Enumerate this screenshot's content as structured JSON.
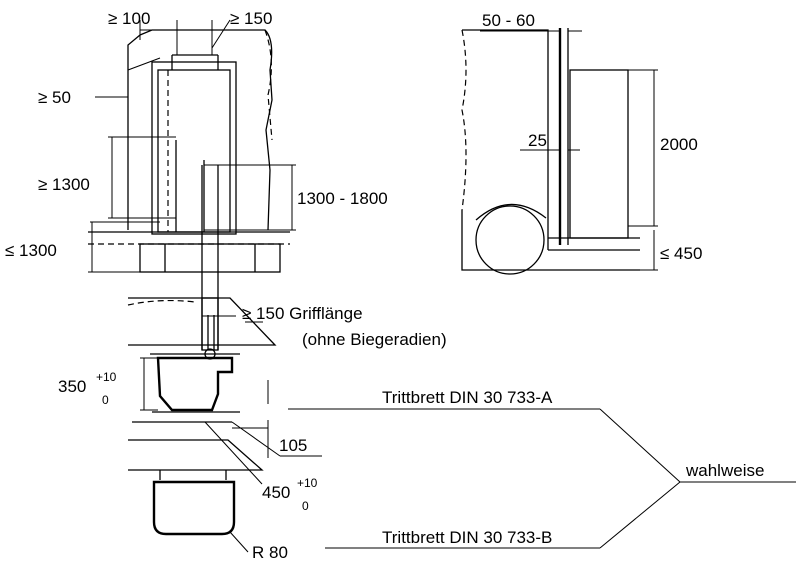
{
  "labels": {
    "gap_min_100": "≥ 100",
    "gap_min_150": "≥ 150",
    "gap_min_50": "≥ 50",
    "height_min_1300": "≥ 1300",
    "height_max_1300": "≤ 1300",
    "range_1300_1800": "1300 - 1800",
    "range_50_60": "50 - 60",
    "dim_25": "25",
    "dim_2000": "2000",
    "height_max_450": "≤ 450",
    "grip_length": "≥ 150 Grifflänge",
    "no_bend_radii": "(ohne Biegeradien)",
    "dim_350": "350",
    "tol_350_upper": "+10",
    "tol_350_lower": "0",
    "dim_105": "105",
    "dim_450": "450",
    "tol_450_upper": "+10",
    "tol_450_lower": "0",
    "radius_80": "R 80",
    "step_a": "Trittbrett DIN 30 733-A",
    "step_b": "Trittbrett DIN 30 733-B",
    "alternative": "wahlweise"
  }
}
